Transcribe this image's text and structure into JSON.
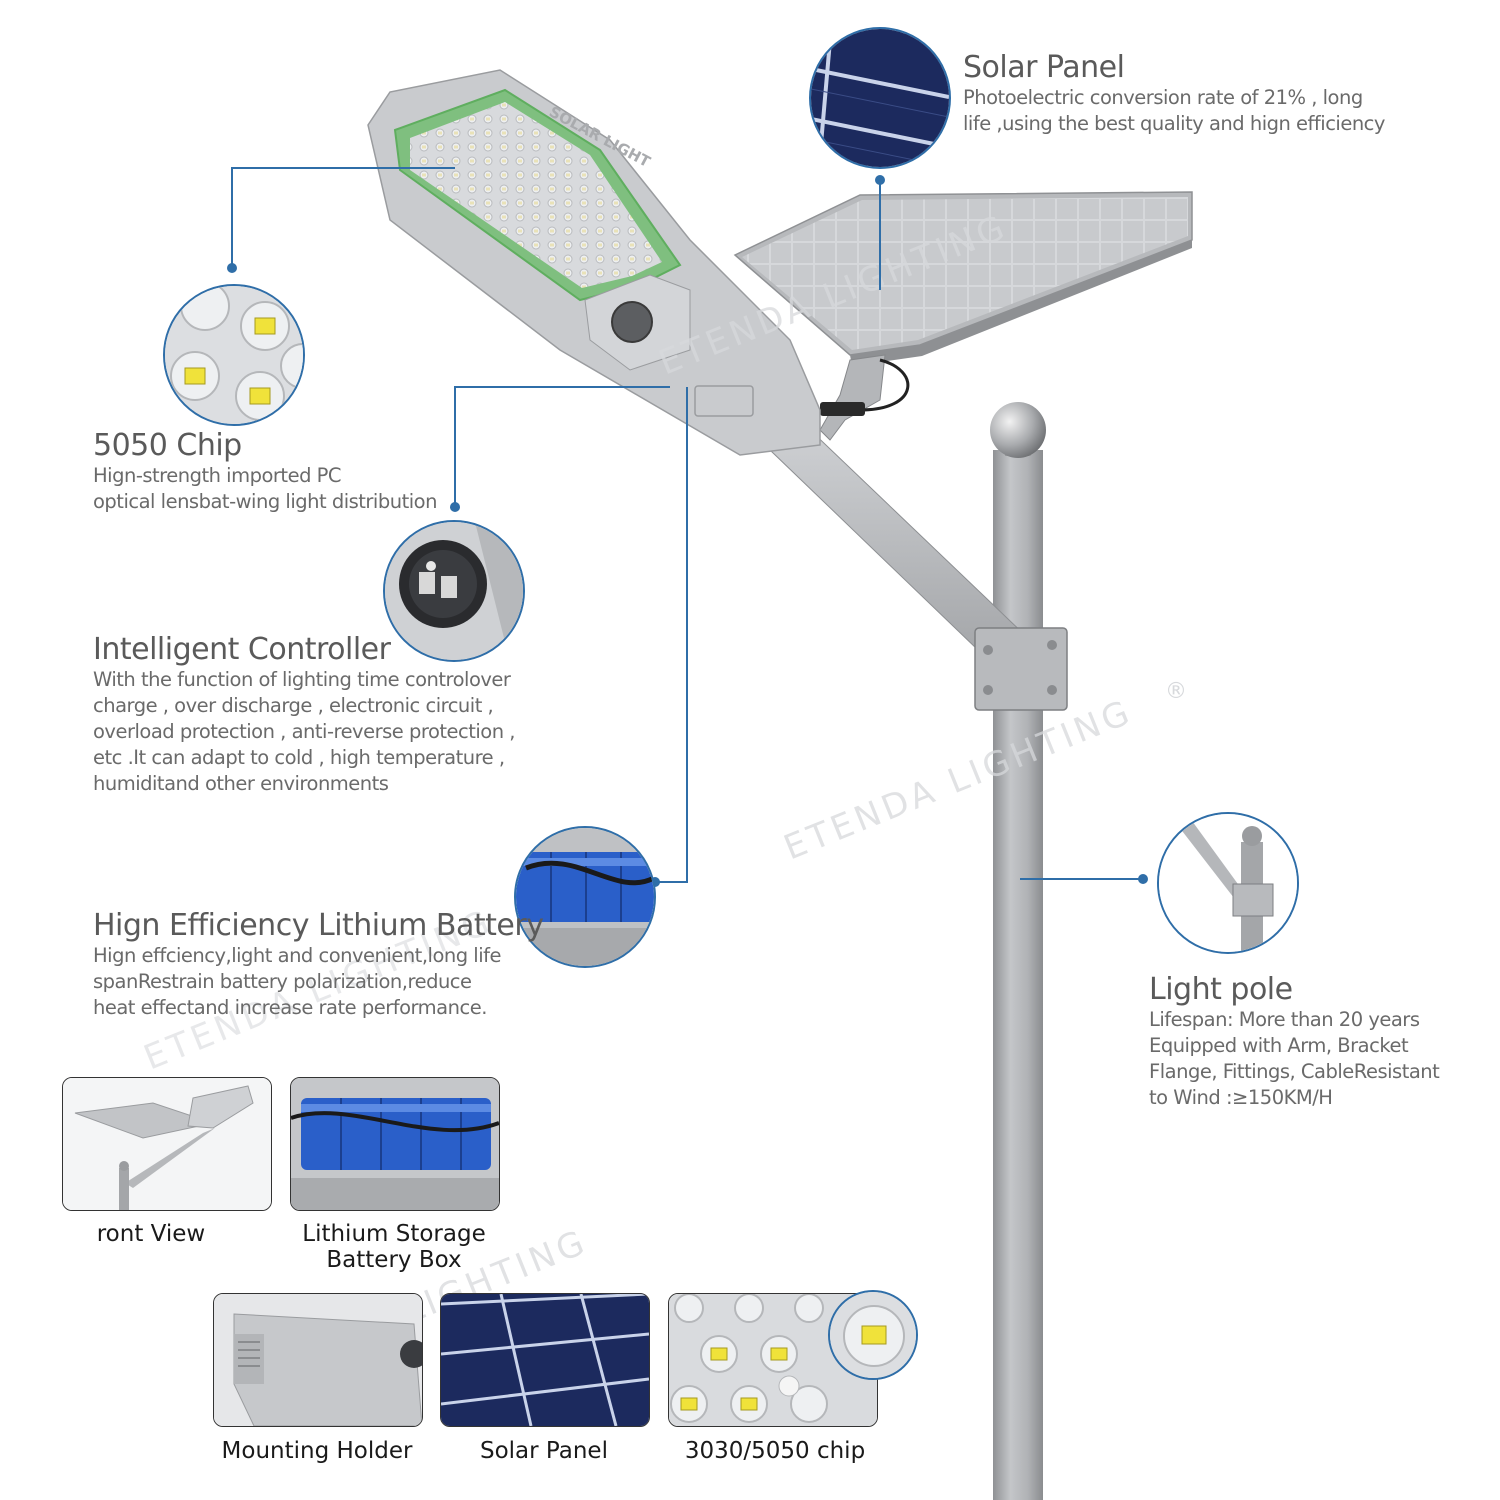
{
  "watermark": {
    "text": "ETENDA LIGHTING",
    "registered_mark": "®"
  },
  "fixture": {
    "engraved_text": "SOLAR LIGHT"
  },
  "features": {
    "solar_panel": {
      "title": "Solar Panel",
      "lines": [
        "Photoelectric conversion rate of 21% , long",
        "life ,using the best quality and hign efficiency"
      ]
    },
    "chip": {
      "title": "5050 Chip",
      "lines": [
        "Hign-strength imported PC",
        "optical lensbat-wing light distribution"
      ]
    },
    "controller": {
      "title": "Intelligent Controller",
      "lines": [
        "With the function of lighting time controlover",
        "charge , over discharge , electronic circuit ,",
        "overload protection , anti-reverse protection ,",
        "etc .It can adapt to cold , high temperature ,",
        "humiditand other environments"
      ]
    },
    "battery": {
      "title": "Hign Efficiency Lithium Battery",
      "lines": [
        "Hign effciency,light and convenient,long life",
        "spanRestrain battery polarization,reduce",
        "heat effectand increase rate performance."
      ]
    },
    "pole": {
      "title": "Light pole",
      "lines": [
        "Lifespan: More than 20 years",
        "Equipped with Arm, Bracket",
        "Flange, Fittings, CableResistant",
        "to Wind :≥150KM/H"
      ]
    }
  },
  "gallery": [
    {
      "caption_lines": [
        "ront View"
      ]
    },
    {
      "caption_lines": [
        "Lithium Storage",
        "Battery Box"
      ]
    },
    {
      "caption_lines": [
        "Mounting Holder"
      ]
    },
    {
      "caption_lines": [
        "Solar Panel"
      ]
    },
    {
      "caption_lines": [
        "3030/5050 chip"
      ]
    }
  ],
  "colors": {
    "callout_line": "#2f6ea8",
    "fixture_gray": "#c9cbce",
    "pole_gray": "#a8aaad",
    "led_green": "#5fae5f",
    "panel_blue": "#1c2a5e",
    "battery_blue": "#2a5fc9"
  }
}
